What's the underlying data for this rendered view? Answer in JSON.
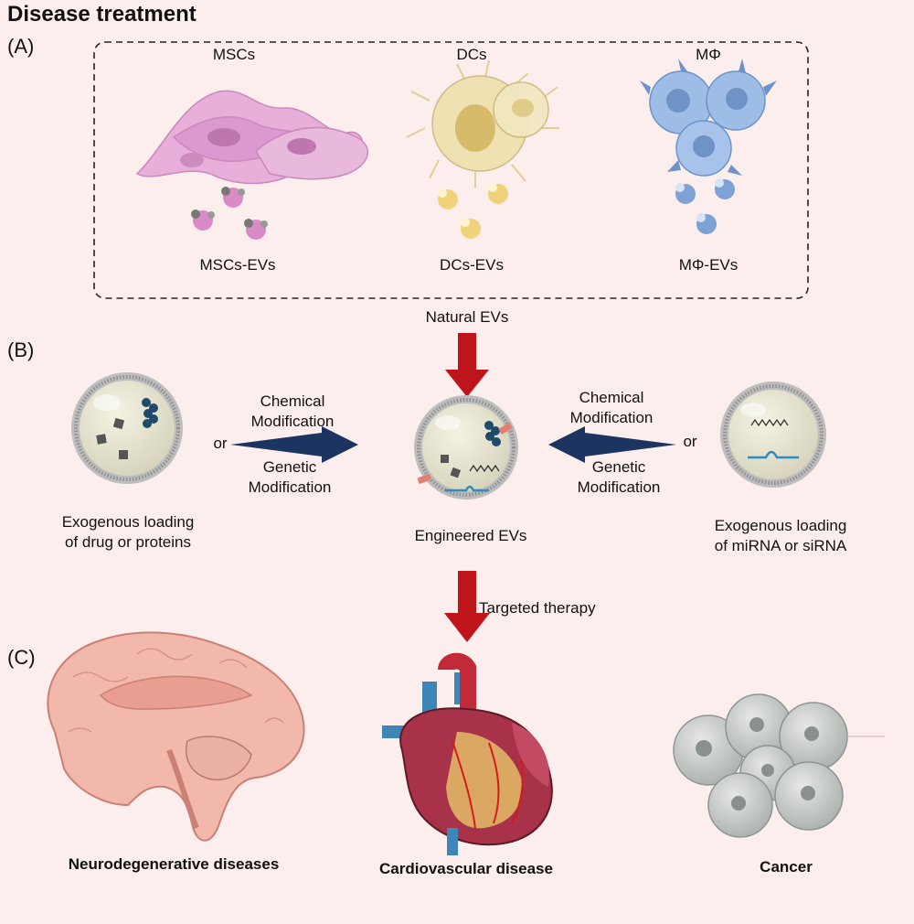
{
  "title": "Disease treatment",
  "panels": {
    "a": "(A)",
    "b": "(B)",
    "c": "(C)"
  },
  "panel_a": {
    "cells": [
      {
        "label": "MSCs",
        "ev_label": "MSCs-EVs"
      },
      {
        "label": "DCs",
        "ev_label": "DCs-EVs"
      },
      {
        "label": "MΦ",
        "ev_label": "MΦ-EVs"
      }
    ]
  },
  "natural_evs": "Natural EVs",
  "panel_b": {
    "left": {
      "or": "or",
      "chemical": "Chemical\nModification",
      "genetic": "Genetic\nModification",
      "caption": "Exogenous loading\nof drug or proteins"
    },
    "right": {
      "or": "or",
      "chemical": "Chemical\nModification",
      "genetic": "Genetic\nModification",
      "caption": "Exogenous loading\nof miRNA or siRNA"
    },
    "center_caption": "Engineered EVs"
  },
  "targeted_therapy": "Targeted therapy",
  "panel_c": {
    "diseases": [
      "Neurodegenerative  diseases",
      "Cardiovascular disease",
      "Cancer"
    ]
  },
  "colors": {
    "background": "#fdeeee",
    "red_arrow": "#c0141b",
    "navy_arrow": "#1c3560",
    "msc": "#d98bc8",
    "dc": "#ecd49a",
    "macrophage": "#8aaee0"
  }
}
